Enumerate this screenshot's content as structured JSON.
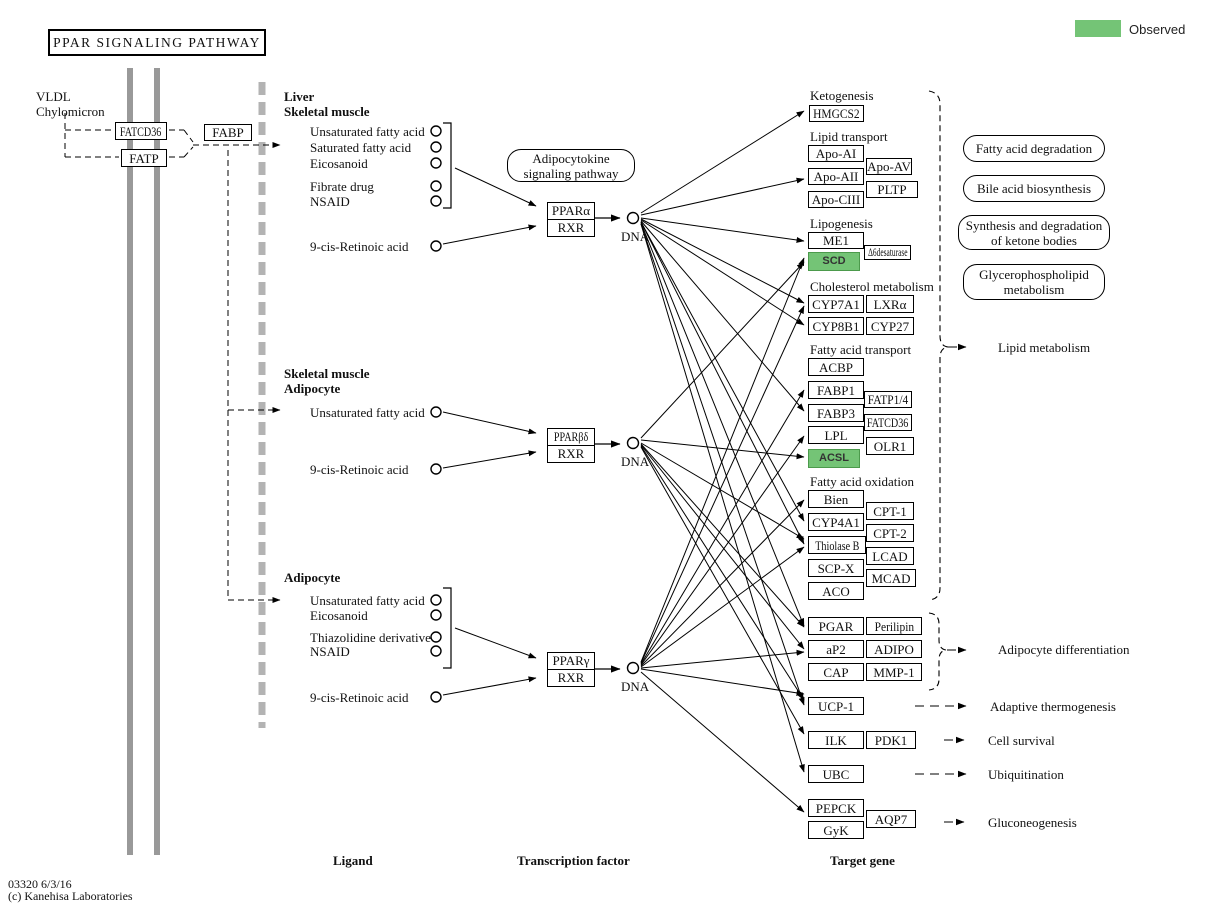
{
  "colors": {
    "observed": "#74c476",
    "membrane": "#999999"
  },
  "title": "PPAR SIGNALING PATHWAY",
  "legend": {
    "observed_label": "Observed"
  },
  "left": {
    "lipoproteins": "VLDL\nChylomicron",
    "fatcd36": "FATCD36",
    "fatp": "FATP",
    "fabp": "FABP"
  },
  "sections": {
    "liver": {
      "heading": "Liver\nSkeletal muscle",
      "ligands": [
        "Unsaturated fatty acid",
        "Saturated fatty acid",
        "Eicosanoid",
        "Fibrate drug",
        "NSAID"
      ],
      "retinoic": "9-cis-Retinoic acid",
      "receptor": "PPARα",
      "partner": "RXR",
      "dna": "DNA"
    },
    "muscle": {
      "heading": "Skeletal muscle\nAdipocyte",
      "ligands": [
        "Unsaturated fatty acid"
      ],
      "retinoic": "9-cis-Retinoic acid",
      "receptor": "PPARβδ",
      "partner": "RXR",
      "dna": "DNA"
    },
    "adipo": {
      "heading": "Adipocyte",
      "ligands": [
        "Unsaturated fatty acid",
        "Eicosanoid",
        "Thiazolidine derivative",
        "NSAID"
      ],
      "retinoic": "9-cis-Retinoic acid",
      "receptor": "PPARγ",
      "partner": "RXR",
      "dna": "DNA"
    }
  },
  "pathway_ref": "Adipocytokine\nsignaling pathway",
  "groups": {
    "ketogenesis": "Ketogenesis",
    "lipid_transport": "Lipid transport",
    "lipogenesis": "Lipogenesis",
    "cholesterol": "Cholesterol metabolism",
    "fa_transport": "Fatty acid transport",
    "fa_oxidation": "Fatty acid oxidation"
  },
  "genes": {
    "hmgcs2": "HMGCS2",
    "apoa1": "Apo-AI",
    "apoav": "Apo-AV",
    "apoa2": "Apo-AII",
    "pltp": "PLTP",
    "apoc3": "Apo-CIII",
    "me1": "ME1",
    "d6d": "Δ6desaturase",
    "scd": "SCD",
    "cyp7a1": "CYP7A1",
    "lxra": "LXRα",
    "cyp8b1": "CYP8B1",
    "cyp27": "CYP27",
    "acbp": "ACBP",
    "fabp1": "FABP1",
    "fatp14": "FATP1/4",
    "fabp3": "FABP3",
    "fatcd36": "FATCD36",
    "lpl": "LPL",
    "olr1": "OLR1",
    "acsl": "ACSL",
    "bien": "Bien",
    "cpt1": "CPT-1",
    "cyp4a1": "CYP4A1",
    "cpt2": "CPT-2",
    "thiolaseb": "Thiolase B",
    "lcad": "LCAD",
    "scpx": "SCP-X",
    "mcad": "MCAD",
    "aco": "ACO",
    "pgar": "PGAR",
    "perilipin": "Perilipin",
    "ap2": "aP2",
    "adipo": "ADIPO",
    "cap": "CAP",
    "mmp1": "MMP-1",
    "ucp1": "UCP-1",
    "ilk": "ILK",
    "pdk1": "PDK1",
    "ubc": "UBC",
    "pepck": "PEPCK",
    "gyk": "GyK",
    "aqp7": "AQP7"
  },
  "observed_genes": [
    "SCD",
    "ACSL"
  ],
  "side_pathways": {
    "fad": "Fatty acid degradation",
    "bile": "Bile acid biosynthesis",
    "ketone": "Synthesis and degradation\nof ketone bodies",
    "glycero": "Glycerophospholipid\nmetabolism"
  },
  "outcomes": {
    "lipid_metabolism": "Lipid metabolism",
    "adipocyte_differentiation": "Adipocyte differentiation",
    "adaptive_thermogenesis": "Adaptive thermogenesis",
    "cell_survival": "Cell survival",
    "ubiquitination": "Ubiquitination",
    "gluconeogenesis": "Gluconeogenesis"
  },
  "columns": {
    "ligand": "Ligand",
    "tf": "Transcription factor",
    "target": "Target gene"
  },
  "footer": {
    "map_id": "03320 6/3/16",
    "copyright": "(c) Kanehisa Laboratories"
  }
}
